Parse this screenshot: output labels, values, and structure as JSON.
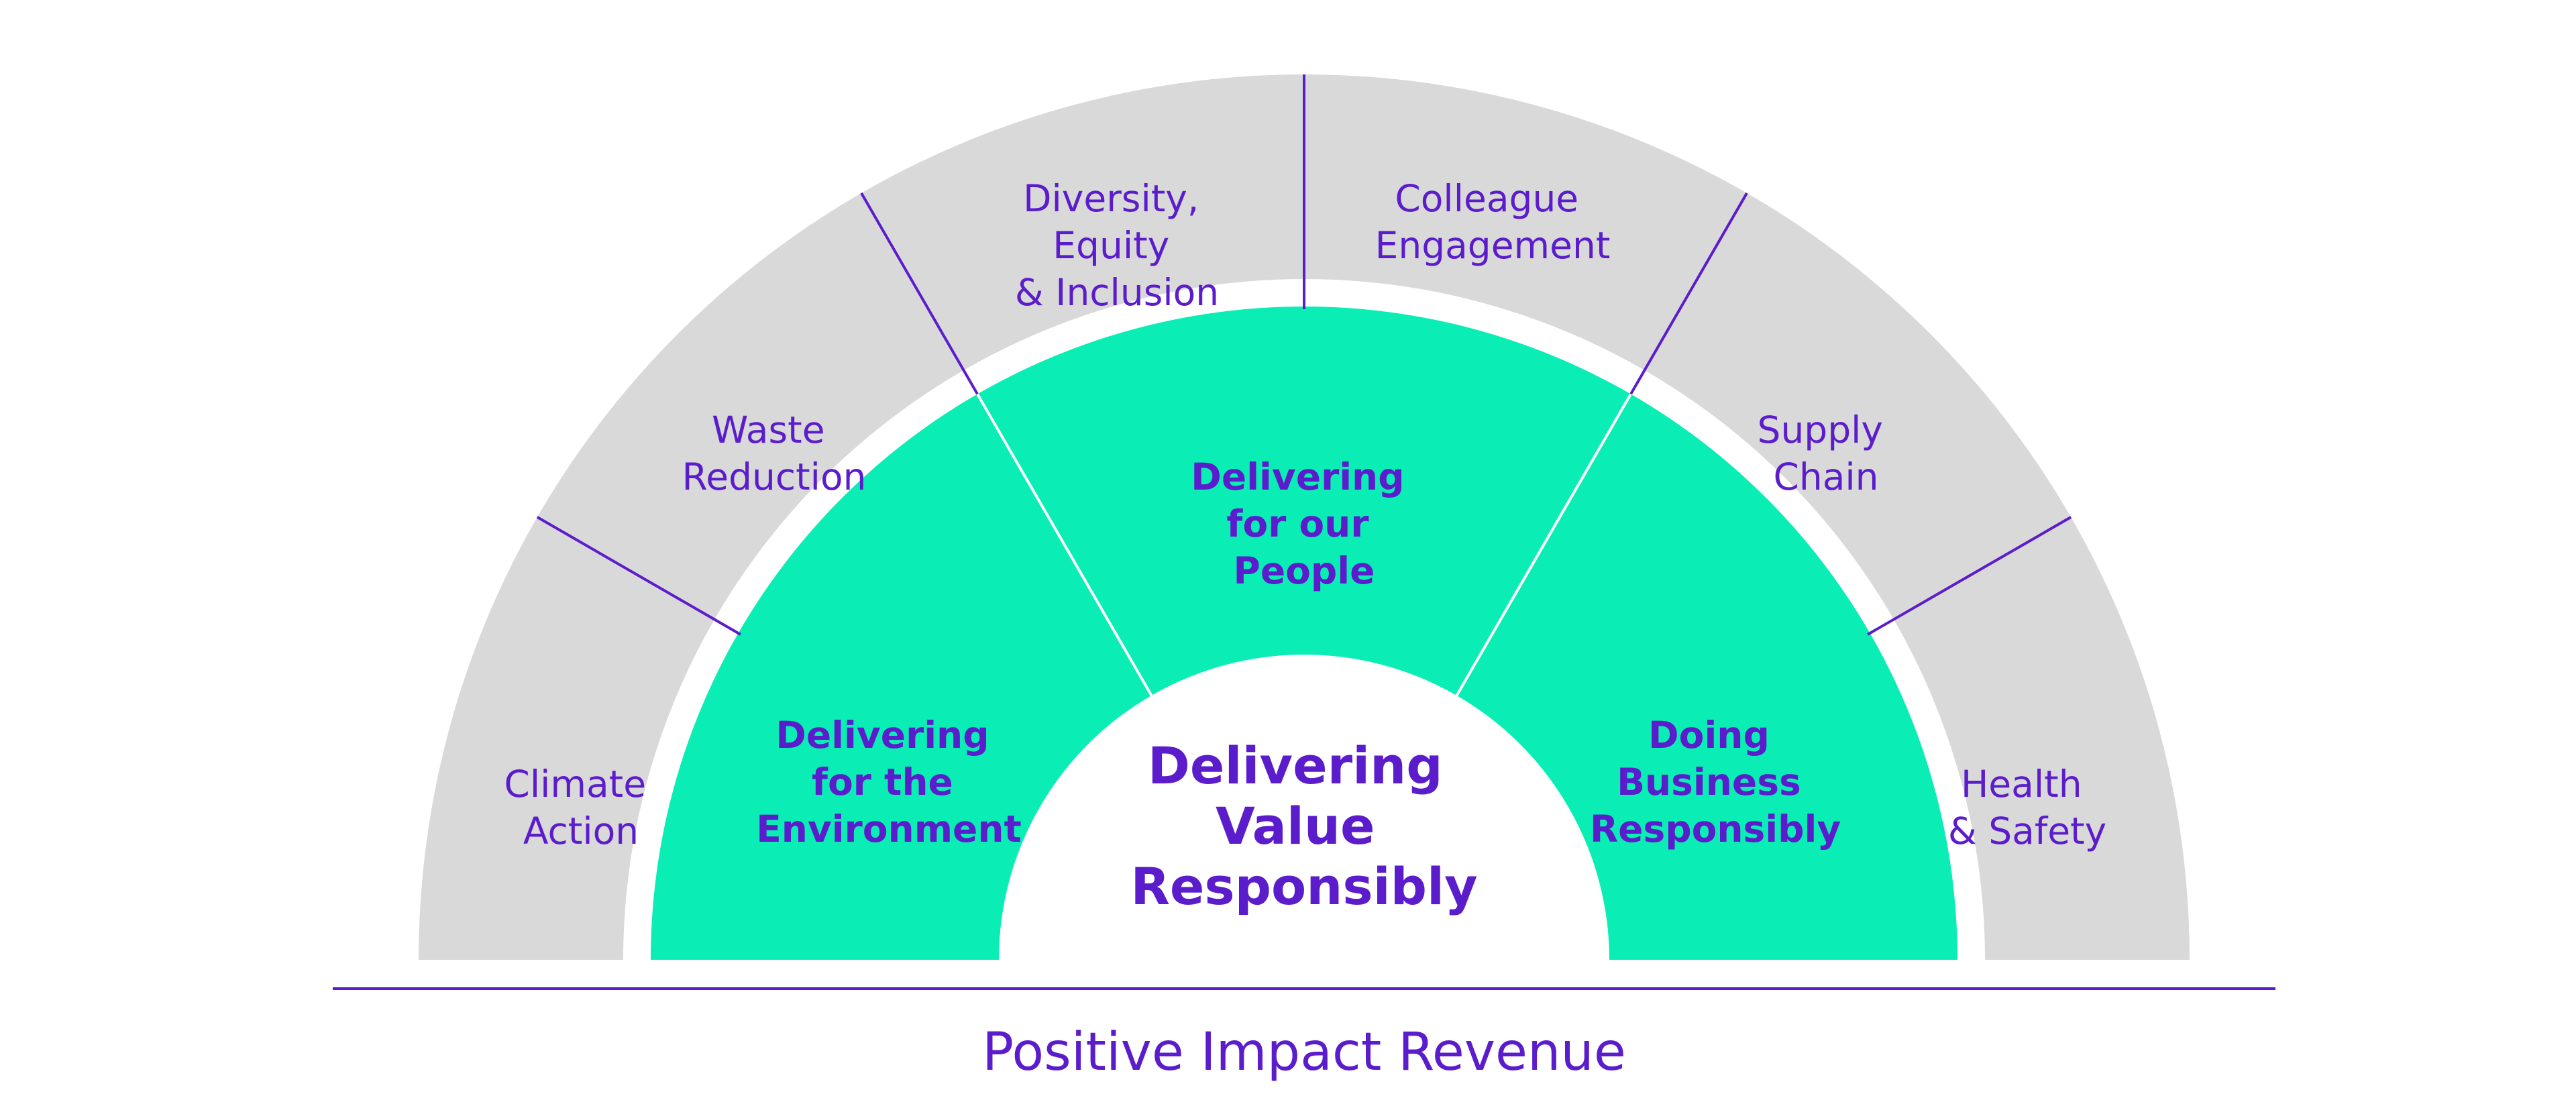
{
  "colors": {
    "purple": "#5b1ccc",
    "outer_ring": "#d9d9d9",
    "inner_ring": "#0aeeb6",
    "background": "#ffffff"
  },
  "outer_segments": [
    {
      "lines": [
        "Climate",
        "Action"
      ]
    },
    {
      "lines": [
        "Waste",
        "Reduction"
      ]
    },
    {
      "lines": [
        "Diversity,",
        "Equity",
        "& Inclusion"
      ]
    },
    {
      "lines": [
        "Colleague",
        "Engagement"
      ]
    },
    {
      "lines": [
        "Supply",
        "Chain"
      ]
    },
    {
      "lines": [
        "Health",
        "& Safety"
      ]
    }
  ],
  "inner_segments": [
    {
      "lines": [
        "Delivering",
        "for the",
        "Environment"
      ]
    },
    {
      "lines": [
        "Delivering",
        "for our",
        "People"
      ]
    },
    {
      "lines": [
        "Doing",
        "Business",
        "Responsibly"
      ]
    }
  ],
  "center": {
    "lines": [
      "Delivering",
      "Value",
      "Responsibly"
    ]
  },
  "footer": {
    "label": "Positive Impact Revenue"
  }
}
